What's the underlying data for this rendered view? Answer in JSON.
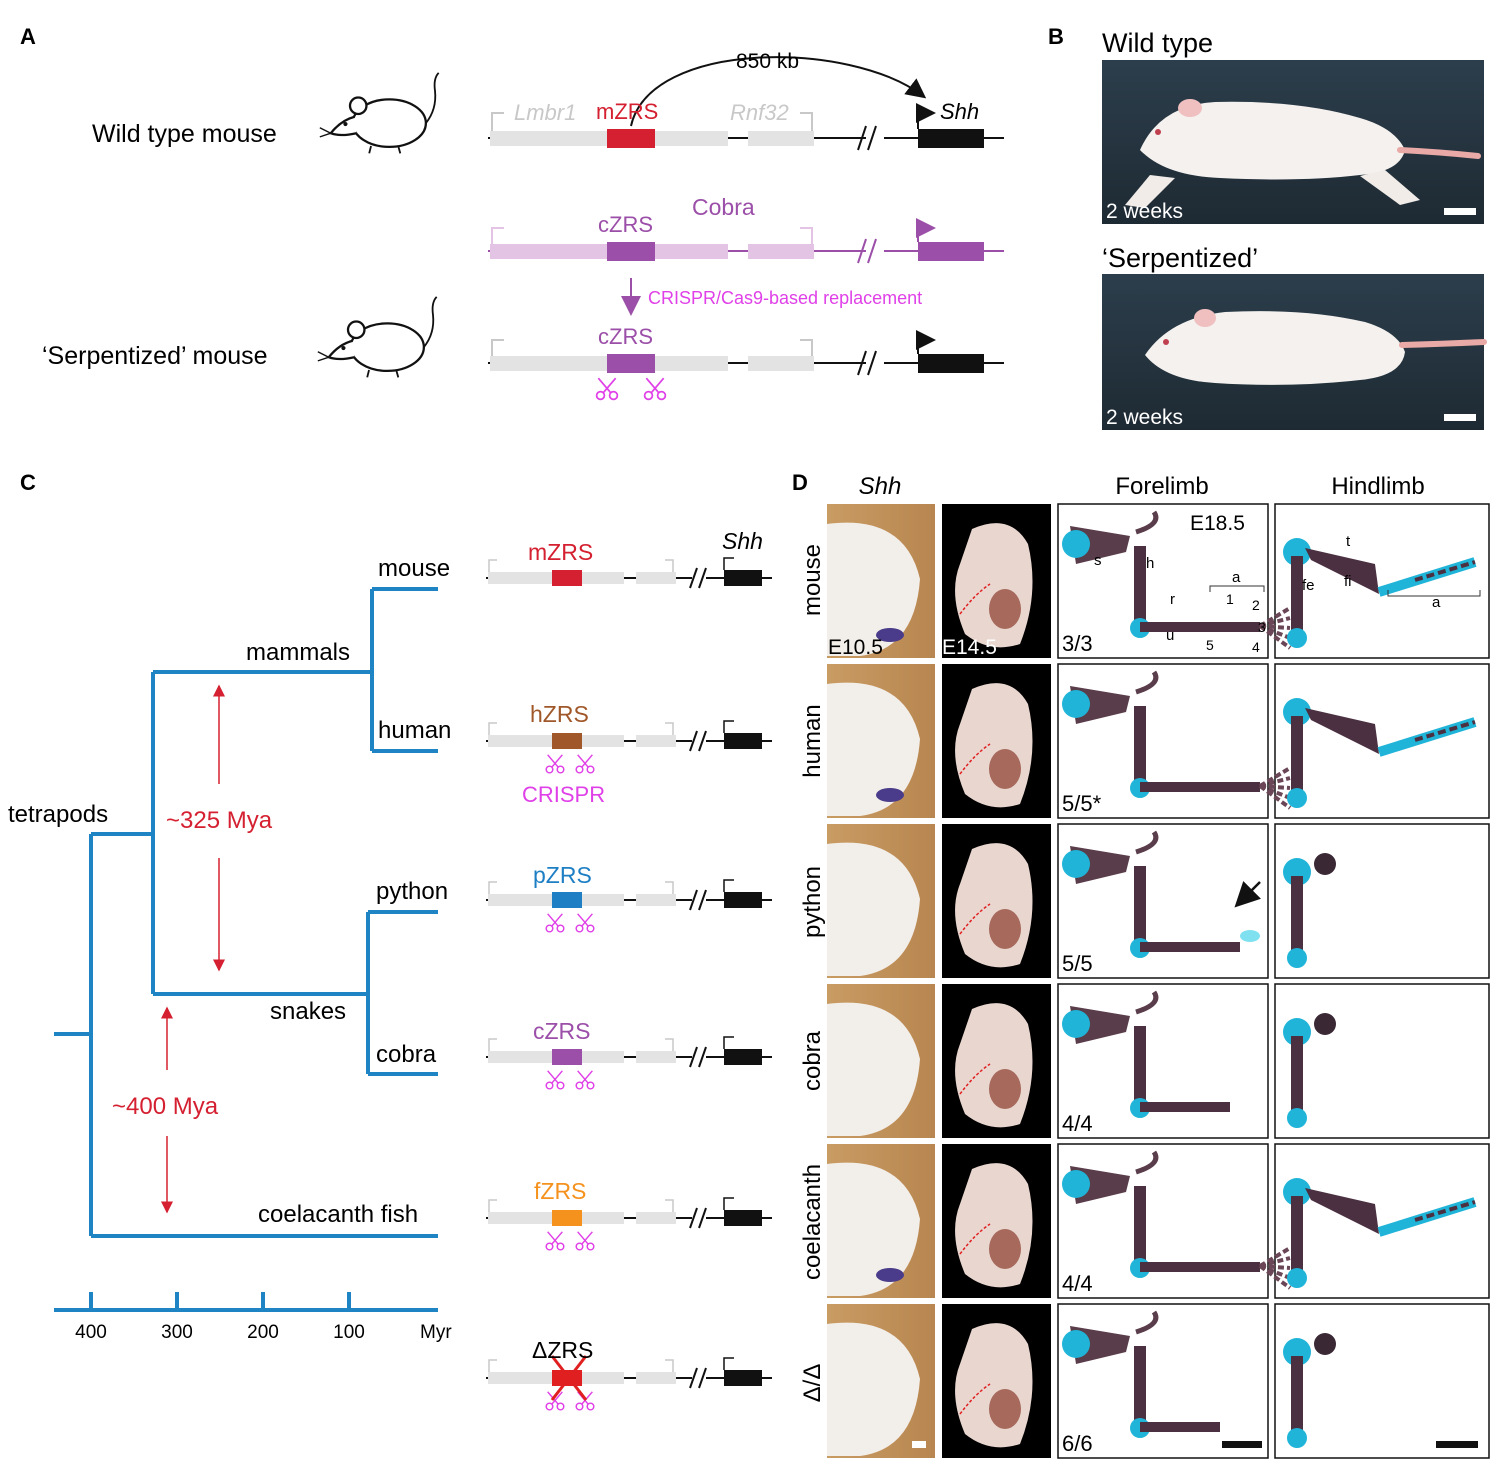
{
  "colors": {
    "mouse_red": "#d42030",
    "cobra_purple": "#9b4fa8",
    "cobra_light": "#e4c4e4",
    "crispr_magenta": "#e040e8",
    "human_brown": "#a0582a",
    "python_blue": "#1e7fc4",
    "fish_orange": "#f5921e",
    "tree_blue": "#1f84c4",
    "mya_red": "#d42030",
    "grey_box": "#e3e3e3",
    "grey_text": "#c8c8c8"
  },
  "panelA": {
    "label": "A",
    "wt_mouse": "Wild type mouse",
    "serp_mouse": "‘Serpentized’ mouse",
    "distance": "850 kb",
    "lmbr1": "Lmbr1",
    "rnf32": "Rnf32",
    "shh": "Shh",
    "mzrs": "mZRS",
    "czrs": "cZRS",
    "cobra": "Cobra",
    "replacement": "CRISPR/Cas9-based replacement"
  },
  "panelB": {
    "label": "B",
    "wt": "Wild type",
    "serp": "‘Serpentized’",
    "age": "2 weeks"
  },
  "panelC": {
    "label": "C",
    "species": {
      "mouse": "mouse",
      "human": "human",
      "python": "python",
      "cobra": "cobra",
      "fish": "coelacanth fish"
    },
    "clades": {
      "mammals": "mammals",
      "snakes": "snakes",
      "tetrapods": "tetrapods"
    },
    "mya325": "~325 Mya",
    "mya400": "~400 Mya",
    "axis_ticks": [
      "400",
      "300",
      "200",
      "100"
    ],
    "axis_unit": "Myr",
    "constructs": {
      "shh": "Shh",
      "mzrs": "mZRS",
      "hzrs": "hZRS",
      "crispr": "CRISPR",
      "pzrs": "pZRS",
      "czrs": "cZRS",
      "fzrs": "fZRS",
      "dzrs": "ΔZRS"
    }
  },
  "panelD": {
    "label": "D",
    "headers": {
      "shh": "Shh",
      "forelimb": "Forelimb",
      "hindlimb": "Hindlimb"
    },
    "stages": {
      "e105": "E10.5",
      "e145": "E14.5",
      "e185": "E18.5"
    },
    "rows": [
      {
        "name": "mouse",
        "count": "3/3"
      },
      {
        "name": "human",
        "count": "5/5*"
      },
      {
        "name": "python",
        "count": "5/5"
      },
      {
        "name": "cobra",
        "count": "4/4"
      },
      {
        "name": "coelacanth",
        "count": "4/4"
      },
      {
        "name": "Δ/Δ",
        "count": "6/6"
      }
    ],
    "fore_labels": {
      "s": "s",
      "h": "h",
      "r": "r",
      "u": "u",
      "a": "a",
      "d1": "1",
      "d2": "2",
      "d3": "3",
      "d4": "4",
      "d5": "5"
    },
    "hind_labels": {
      "t": "t",
      "fe": "fe",
      "fi": "fi",
      "a": "a"
    }
  }
}
